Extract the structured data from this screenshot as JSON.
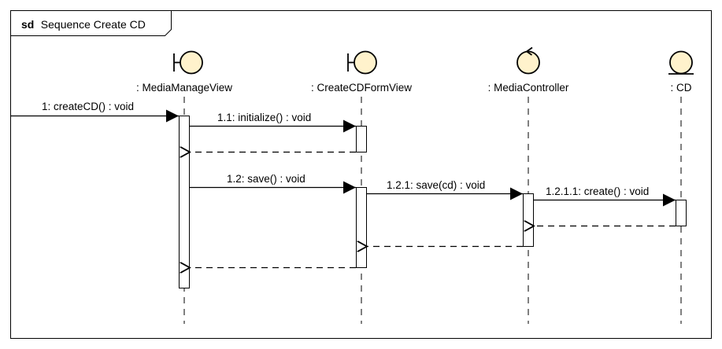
{
  "frame": {
    "keyword": "sd",
    "title": "Sequence Create CD"
  },
  "lifelines": [
    {
      "id": "media-manage-view",
      "kind": "boundary-icon",
      "label": ": MediaManageView"
    },
    {
      "id": "create-cd-form-view",
      "kind": "boundary-icon",
      "label": ": CreateCDFormView"
    },
    {
      "id": "media-controller",
      "kind": "control-icon",
      "label": ": MediaController"
    },
    {
      "id": "cd",
      "kind": "entity-icon",
      "label": ": CD"
    }
  ],
  "messages": [
    {
      "id": "msg-1",
      "label": "1: createCD() : void",
      "from": "external",
      "to": "media-manage-view",
      "type": "call"
    },
    {
      "id": "msg-1-1",
      "label": "1.1: initialize() : void",
      "from": "media-manage-view",
      "to": "create-cd-form-view",
      "type": "call"
    },
    {
      "id": "ret-1-1",
      "label": "",
      "from": "create-cd-form-view",
      "to": "media-manage-view",
      "type": "return"
    },
    {
      "id": "msg-1-2",
      "label": "1.2: save() : void",
      "from": "media-manage-view",
      "to": "create-cd-form-view",
      "type": "call"
    },
    {
      "id": "msg-1-2-1",
      "label": "1.2.1: save(cd) : void",
      "from": "create-cd-form-view",
      "to": "media-controller",
      "type": "call"
    },
    {
      "id": "msg-1-2-1-1",
      "label": "1.2.1.1: create() : void",
      "from": "media-controller",
      "to": "cd",
      "type": "call"
    },
    {
      "id": "ret-1-2-1-1",
      "label": "",
      "from": "cd",
      "to": "media-controller",
      "type": "return"
    },
    {
      "id": "ret-1-2-1",
      "label": "",
      "from": "media-controller",
      "to": "create-cd-form-view",
      "type": "return"
    },
    {
      "id": "ret-1-2",
      "label": "",
      "from": "create-cd-form-view",
      "to": "media-manage-view",
      "type": "return"
    }
  ],
  "colors": {
    "stroke": "#000000",
    "icon_fill": "#FFF2CC",
    "background": "#FFFFFF"
  }
}
